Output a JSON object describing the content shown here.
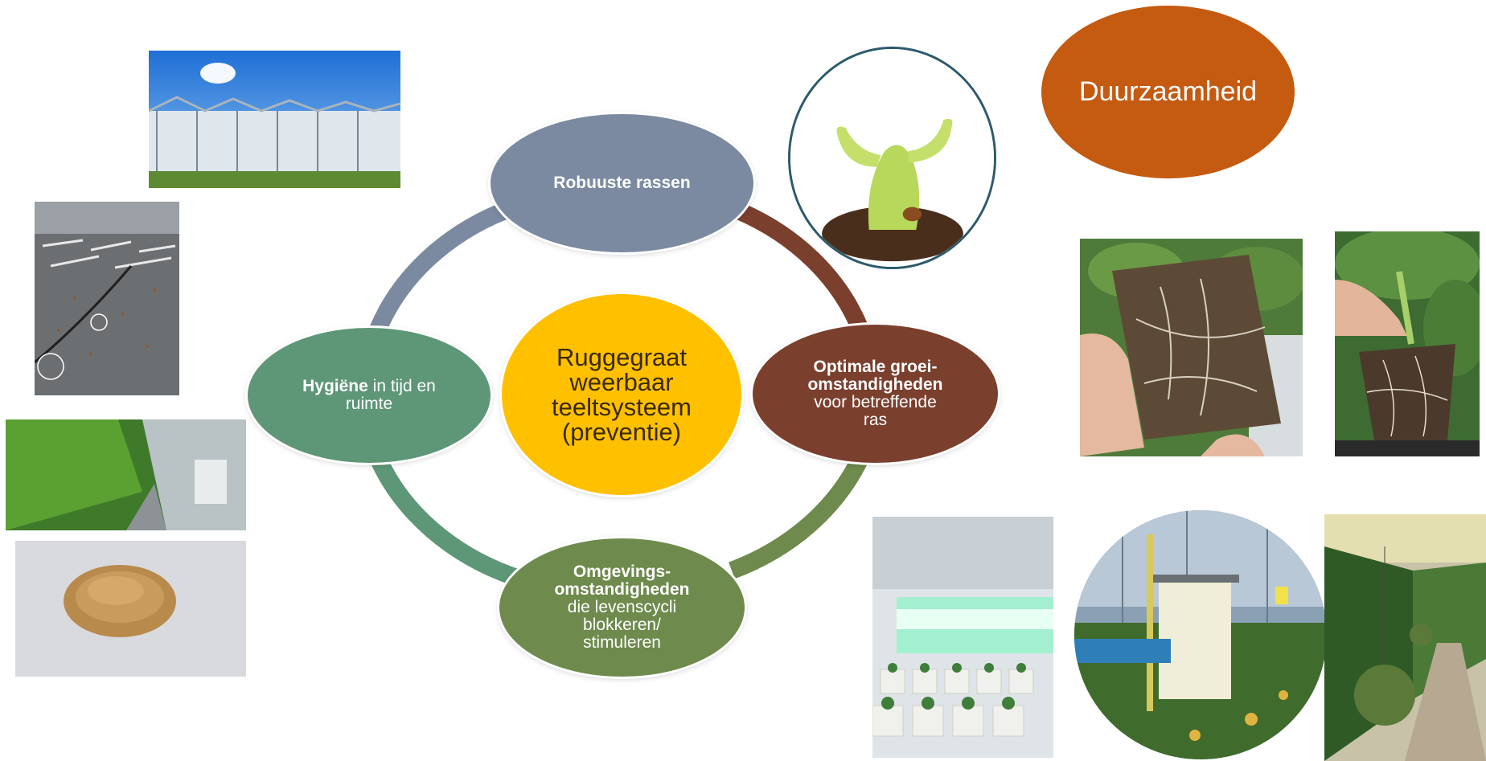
{
  "title": "Duurzaamheid",
  "center": {
    "line1": "Ruggegraat",
    "line2": "weerbaar",
    "line3": "teeltsysteem",
    "line4": "(preventie)"
  },
  "nodes": {
    "top": {
      "text": "Robuuste  rassen"
    },
    "right": {
      "bold1": "Optimale groei-",
      "bold2": "omstandigheden",
      "text1": "voor  betreffende",
      "text2": "ras"
    },
    "bottom": {
      "bold1": "Omgevings-",
      "bold2": "omstandigheden",
      "text1": "die levenscycli",
      "text2": "blokkeren/",
      "text3": "stimuleren"
    },
    "left": {
      "bold": "Hygiëne",
      "text1": " in tijd en",
      "text2": "ruimte"
    }
  },
  "colors": {
    "title": "#c55a11",
    "center": "#ffc000",
    "top": "#7b8aa0",
    "right": "#7b3f2e",
    "bottom": "#6e8a4c",
    "left": "#5e9678"
  }
}
